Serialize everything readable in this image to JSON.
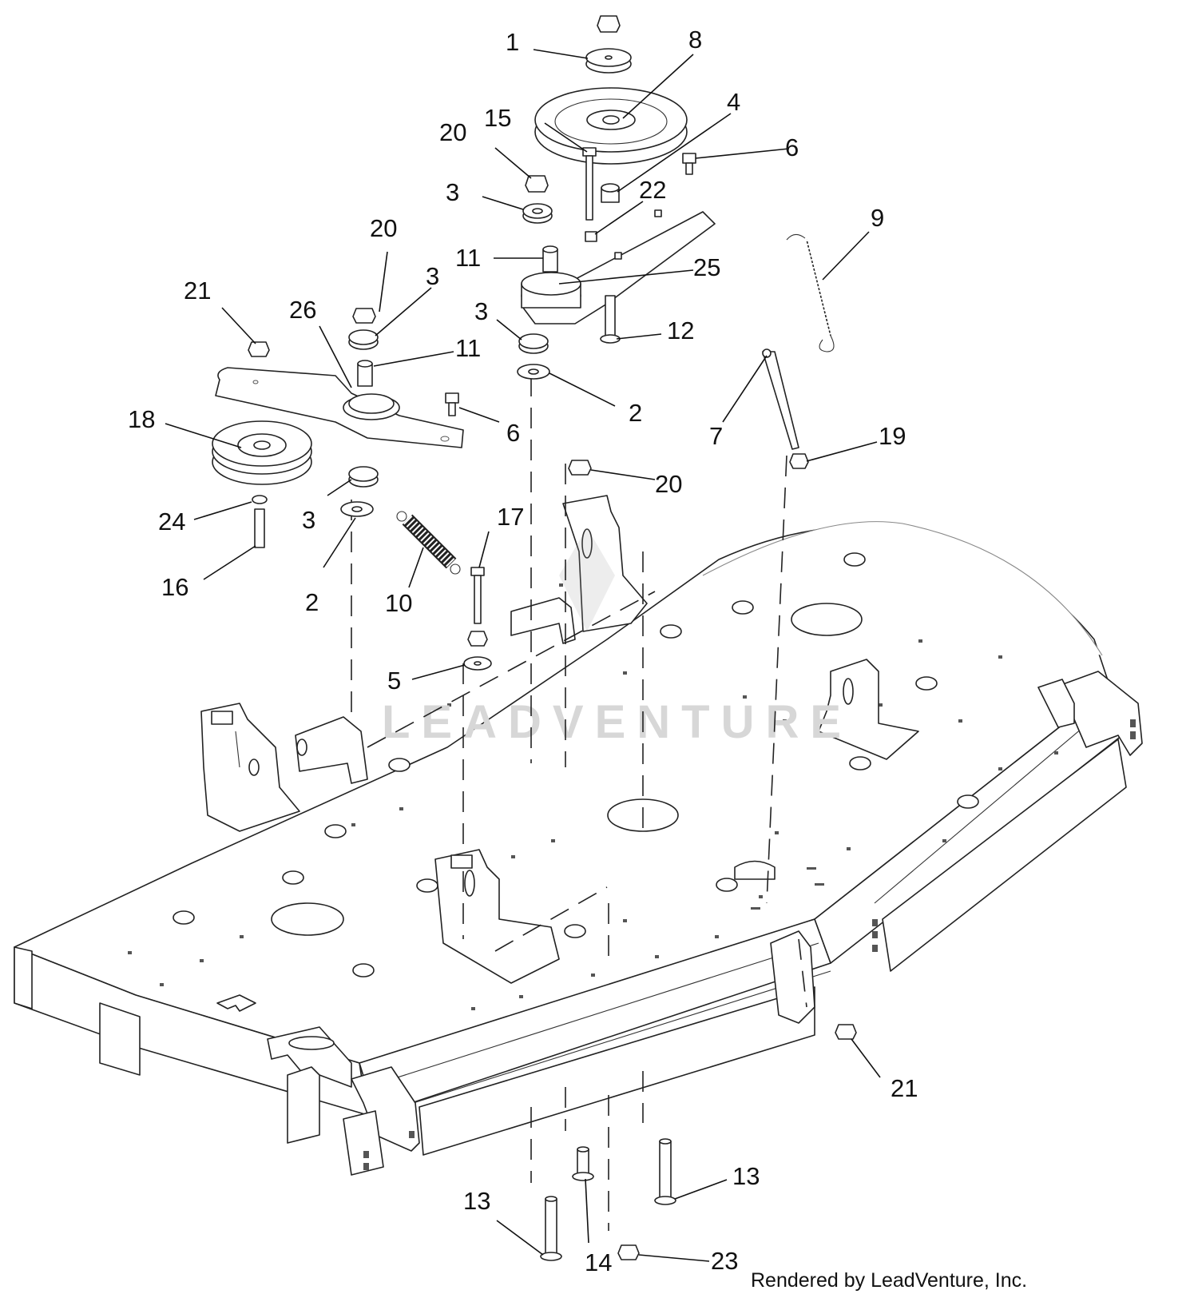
{
  "watermark": "LEADVENTURE",
  "credit": "Rendered by LeadVenture, Inc.",
  "callouts": [
    "1",
    "8",
    "15",
    "4",
    "20",
    "6",
    "3",
    "22",
    "9",
    "11",
    "25",
    "20",
    "3",
    "21",
    "26",
    "3",
    "12",
    "11",
    "18",
    "6",
    "2",
    "7",
    "19",
    "20",
    "24",
    "3",
    "17",
    "16",
    "2",
    "10",
    "5",
    "21",
    "13",
    "13",
    "14",
    "23"
  ]
}
